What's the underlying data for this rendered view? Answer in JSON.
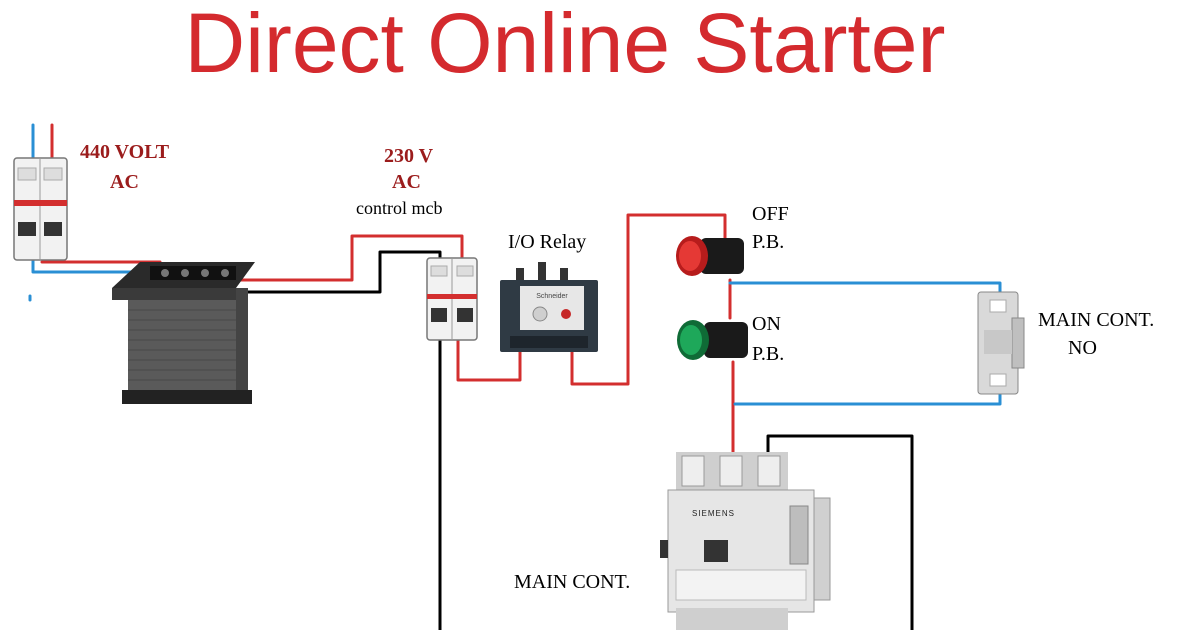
{
  "title": "Direct Online Starter",
  "labels": {
    "supply_voltage": "440 VOLT",
    "supply_type": "AC",
    "control_voltage": "230 V",
    "control_type": "AC",
    "control_mcb": "control mcb",
    "relay": "I/O Relay",
    "off_pb_1": "OFF",
    "off_pb_2": "P.B.",
    "on_pb_1": "ON",
    "on_pb_2": "P.B.",
    "aux_contact_1": "MAIN CONT.",
    "aux_contact_2": "NO",
    "main_contactor": "MAIN CONT.",
    "contactor_brand": "SIEMENS",
    "relay_brand": "Schneider"
  },
  "colors": {
    "title": "#d42a2e",
    "voltage_labels": "#9b1c1c",
    "live_wire": "#d32f2f",
    "neutral_wire": "#000000",
    "supply_wire": "#2a8fd4",
    "off_button": "#c62828",
    "on_button": "#1b8a4a"
  }
}
